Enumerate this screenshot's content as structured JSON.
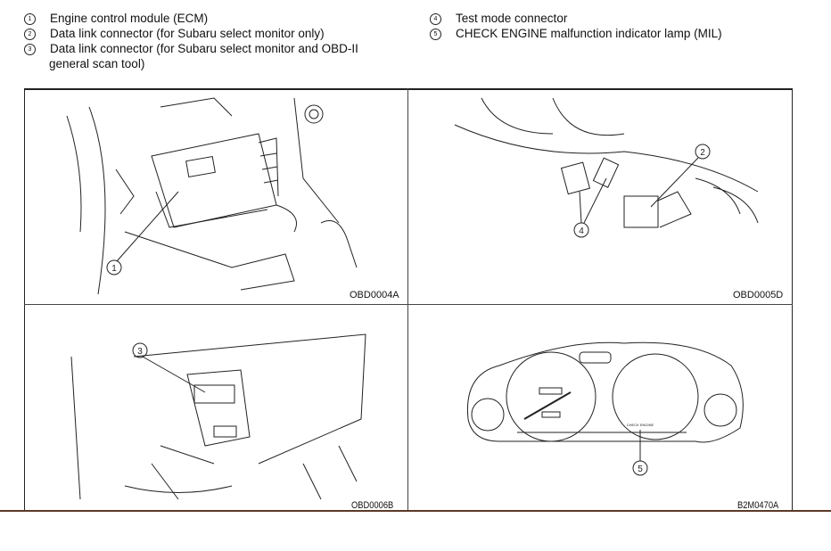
{
  "legend": [
    {
      "number": "1",
      "text": "Engine control module (ECM)"
    },
    {
      "number": "2",
      "text": "Data link connector (for Subaru select monitor only)"
    },
    {
      "number": "3",
      "text": "Data link connector (for Subaru select monitor and OBD-II",
      "text_cont": "general scan tool)"
    },
    {
      "number": "4",
      "text": "Test mode connector"
    },
    {
      "number": "5",
      "text": "CHECK ENGINE malfunction indicator lamp (MIL)"
    }
  ],
  "figures": [
    {
      "code": "OBD0004A",
      "callouts": [
        "1"
      ]
    },
    {
      "code": "OBD0005D",
      "callouts": [
        "2",
        "4"
      ]
    },
    {
      "code": "OBD0006B",
      "callouts": [
        "3"
      ]
    },
    {
      "code": "B2M0470A",
      "callouts": [
        "5"
      ]
    }
  ]
}
